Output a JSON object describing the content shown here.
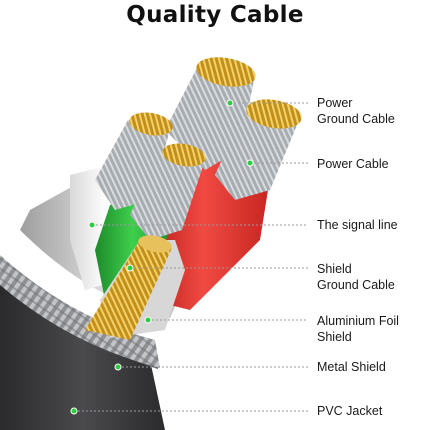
{
  "title": "Quality Cable",
  "labels": [
    {
      "lines": [
        "Power",
        "Ground Cable"
      ]
    },
    {
      "lines": [
        "Power Cable"
      ]
    },
    {
      "lines": [
        "The signal line"
      ]
    },
    {
      "lines": [
        "Shield",
        "Ground Cable"
      ]
    },
    {
      "lines": [
        "Aluminium Foil",
        "Shield"
      ]
    },
    {
      "lines": [
        "Metal Shield"
      ]
    },
    {
      "lines": [
        "PVC Jacket"
      ]
    }
  ],
  "colors": {
    "jacket": "#3a3a3c",
    "braid": "#a9abae",
    "foil": "#c9c9c9",
    "power_ground": "#9ea3a8",
    "power": "#e8342f",
    "signal_white": "#f2f2f2",
    "signal_green": "#2eae3b",
    "shield_ground": "#c9971e",
    "copper": "#e7c25c",
    "leader": "#9a9a9a"
  }
}
